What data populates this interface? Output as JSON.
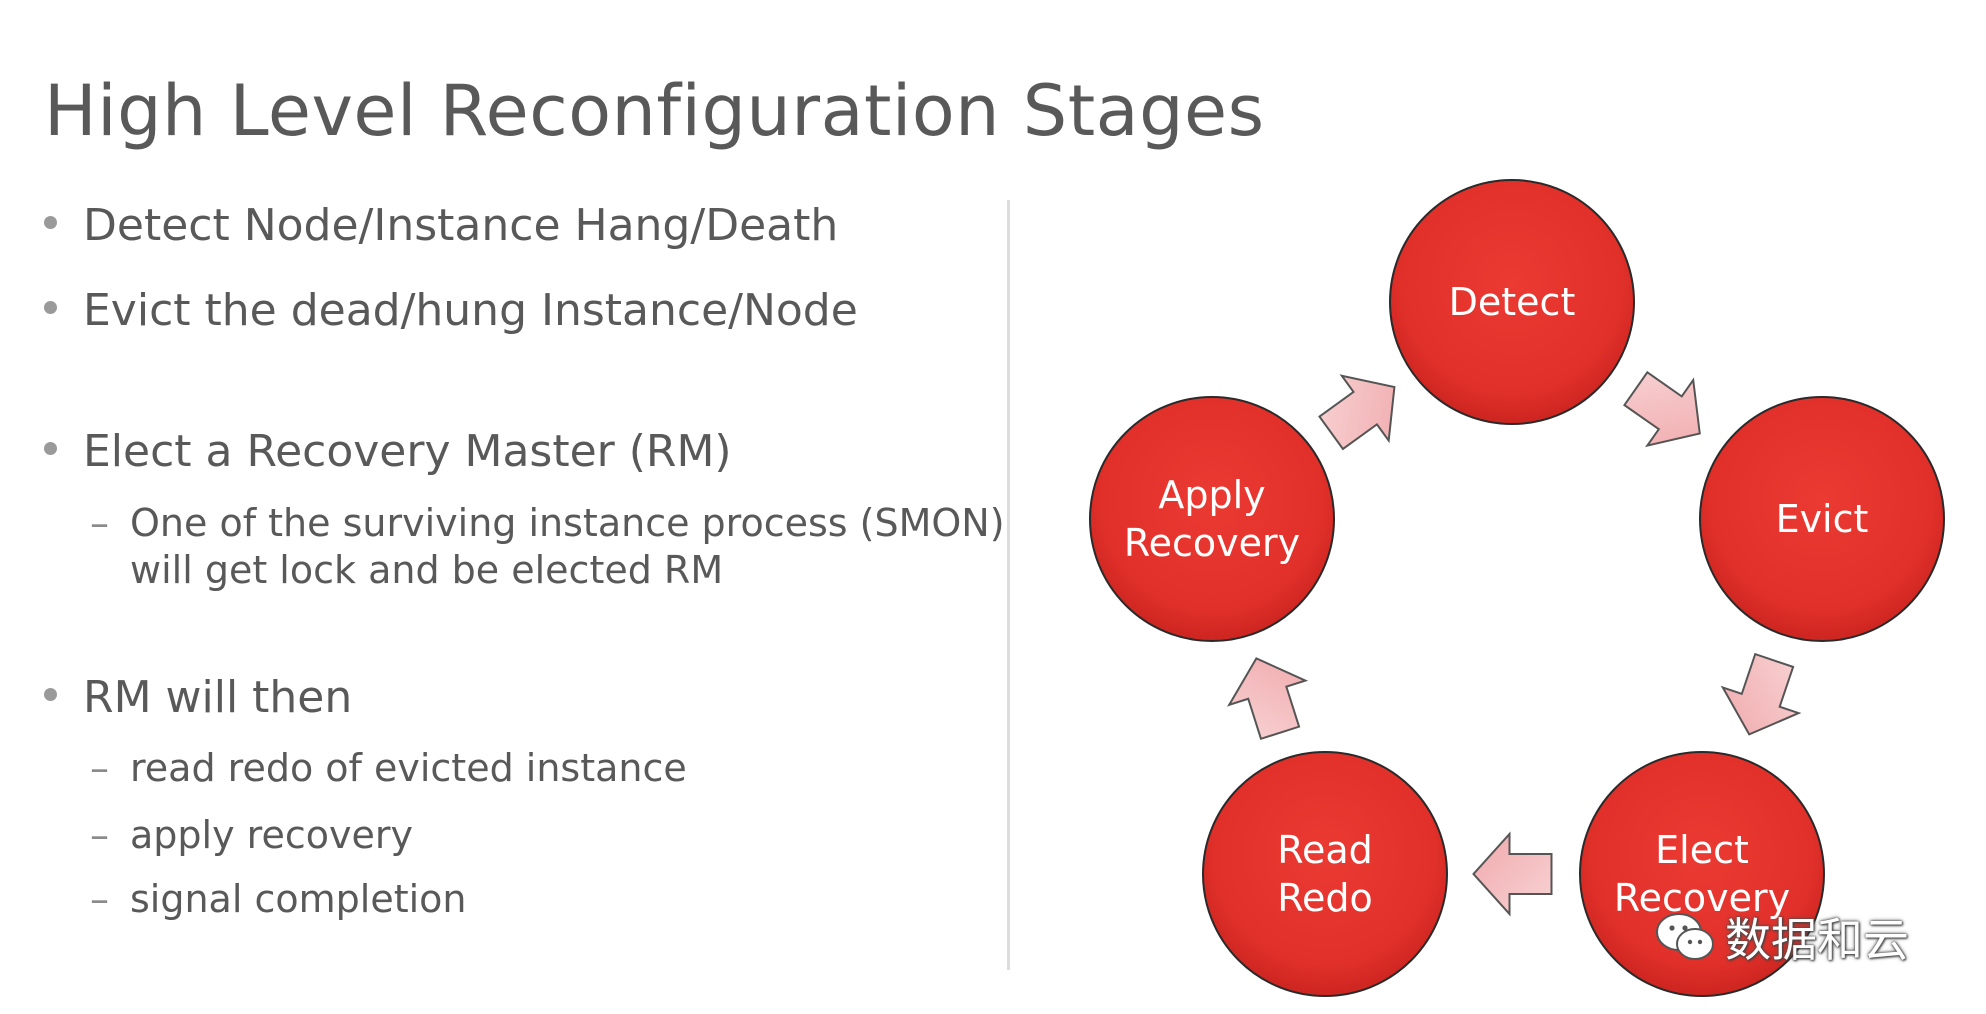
{
  "slide": {
    "title": "High Level Reconfiguration Stages",
    "bullets": [
      {
        "text": "Detect Node/Instance Hang/Death"
      },
      {
        "text": "Evict the dead/hung Instance/Node"
      },
      {
        "text": "Elect a Recovery Master (RM)",
        "sub": [
          {
            "line1": "One of the surviving instance process (SMON)",
            "line2": "will get lock and be elected RM"
          }
        ]
      },
      {
        "text": "RM will then",
        "sub": [
          {
            "line1": "read redo of evicted instance"
          },
          {
            "line1": "apply recovery"
          },
          {
            "line1": "signal completion"
          }
        ]
      }
    ]
  },
  "cycle": {
    "node_color": "#e1302a",
    "arrow_color": "#f4b6b8",
    "nodes": [
      {
        "id": "detect",
        "label_lines": [
          "Detect"
        ]
      },
      {
        "id": "evict",
        "label_lines": [
          "Evict"
        ]
      },
      {
        "id": "elect_recovery",
        "label_lines": [
          "Elect",
          "Recovery"
        ]
      },
      {
        "id": "read_redo",
        "label_lines": [
          "Read",
          "Redo"
        ]
      },
      {
        "id": "apply_recovery",
        "label_lines": [
          "Apply",
          "Recovery"
        ]
      }
    ]
  },
  "watermark": {
    "text": "数据和云",
    "icon": "wechat-icon"
  }
}
